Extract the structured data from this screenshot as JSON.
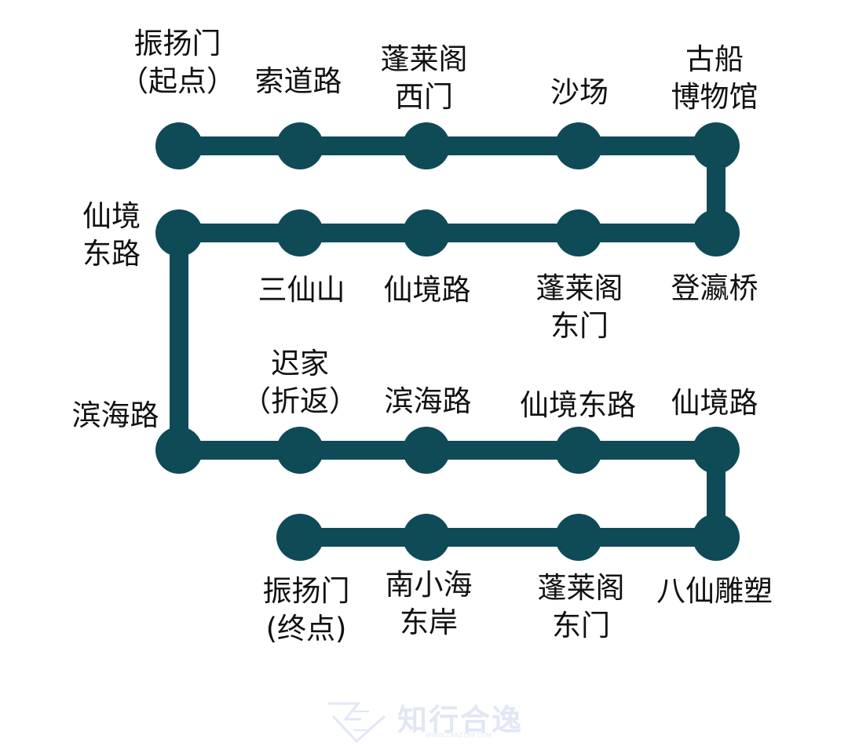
{
  "colors": {
    "line": "#0f4a57",
    "text": "#111111",
    "watermark": "#aebbe6"
  },
  "route": {
    "stops": [
      {
        "id": "s1",
        "label": [
          "振扬门",
          "（起点）"
        ]
      },
      {
        "id": "s2",
        "label": [
          "索道路"
        ]
      },
      {
        "id": "s3",
        "label": [
          "蓬莱阁",
          "西门"
        ]
      },
      {
        "id": "s4",
        "label": [
          "沙场"
        ]
      },
      {
        "id": "s5",
        "label": [
          "古船",
          "博物馆"
        ]
      },
      {
        "id": "s6",
        "label": [
          "登瀛桥"
        ]
      },
      {
        "id": "s7",
        "label": [
          "蓬莱阁",
          "东门"
        ]
      },
      {
        "id": "s8",
        "label": [
          "仙境路"
        ]
      },
      {
        "id": "s9",
        "label": [
          "三仙山"
        ]
      },
      {
        "id": "s10",
        "label": [
          "仙境",
          "东路"
        ]
      },
      {
        "id": "s11",
        "label": [
          "滨海路"
        ]
      },
      {
        "id": "s12",
        "label": [
          "迟家",
          "（折返）"
        ]
      },
      {
        "id": "s13",
        "label": [
          "滨海路"
        ]
      },
      {
        "id": "s14",
        "label": [
          "仙境东路"
        ]
      },
      {
        "id": "s15",
        "label": [
          "仙境路"
        ]
      },
      {
        "id": "s16",
        "label": [
          "八仙雕塑"
        ]
      },
      {
        "id": "s17",
        "label": [
          "蓬莱阁",
          "东门"
        ]
      },
      {
        "id": "s18",
        "label": [
          "南小海",
          "东岸"
        ]
      },
      {
        "id": "s19",
        "label": [
          "振扬门",
          "(终点)"
        ]
      }
    ]
  },
  "watermark": {
    "text": "知行合逸",
    "url": "WWW.ZXAZ189.COM",
    "icon": "zx-logo-icon"
  }
}
